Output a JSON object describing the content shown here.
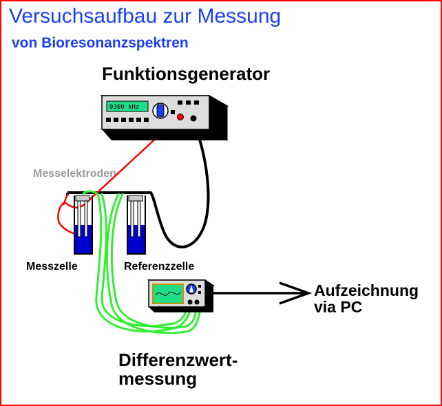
{
  "title": "Versuchsaufbau zur Messung",
  "subtitle": "von Bioresonanzspektren",
  "labels": {
    "function_generator": "Funktionsgenerator",
    "electrodes": "Messelektroden",
    "measuring_cell": "Messzelle",
    "reference_cell": "Referenzzelle",
    "output_line1": "Aufzeichnung",
    "output_line2": "via PC",
    "difference_line1": "Differenzwert-",
    "difference_line2": "messung"
  },
  "generator_display": "0300 kHz",
  "colors": {
    "border": "#ff0000",
    "title": "#1a3ff5",
    "red_wire": "#ff0000",
    "green_wire": "#33ee33",
    "black_wire": "#000000",
    "cell_liquid": "#0000cc",
    "display": "#22dd88",
    "device_body": "#dddddd"
  }
}
